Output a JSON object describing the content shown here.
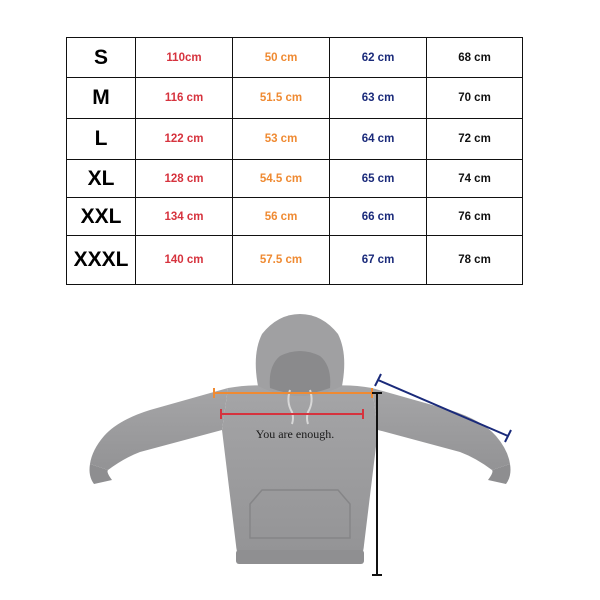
{
  "colors": {
    "chest": "#d6333e",
    "length": "#ef8a32",
    "sleeve": "#1a2a7a",
    "height": "#111111",
    "hoodie": "#9b9b9d",
    "hoodie_shadow": "#86868a",
    "line_dark": "#111111"
  },
  "table": {
    "rows": [
      {
        "size": "S",
        "chest": "110cm",
        "length": "50 cm",
        "sleeve": "62 cm",
        "height": "68 cm"
      },
      {
        "size": "M",
        "chest": "116 cm",
        "length": "51.5 cm",
        "sleeve": "63 cm",
        "height": "70 cm"
      },
      {
        "size": "L",
        "chest": "122 cm",
        "length": "53 cm",
        "sleeve": "64 cm",
        "height": "72 cm"
      },
      {
        "size": "XL",
        "chest": "128 cm",
        "length": "54.5 cm",
        "sleeve": "65 cm",
        "height": "74 cm"
      },
      {
        "size": "XXL",
        "chest": "134 cm",
        "length": "56 cm",
        "sleeve": "66 cm",
        "height": "76 cm"
      },
      {
        "size": "XXXL",
        "chest": "140 cm",
        "length": "57.5 cm",
        "sleeve": "67 cm",
        "height": "78 cm"
      }
    ]
  },
  "hoodie": {
    "print_text": "You are enough."
  }
}
